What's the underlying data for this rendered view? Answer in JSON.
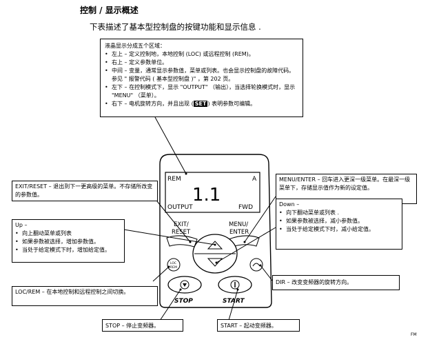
{
  "title": "控制 / 显示概述",
  "intro": "下表描述了基本型控制盘的按键功能和显示信息 .",
  "display_box": {
    "heading": "液晶显示分成五个区域：",
    "items": [
      "左上 – 定义控制地，本地控制 (LOC) 或远程控制 (REM)。",
      "右上 – 定义参数单位。",
      "中间 – 变量，通常显示参数值，菜单或列表。也会显示控制盘的故障代码。参见 \" 报警代码 ( 基本型控制盘 )\" ，第 202 页。",
      "左下 – 在控制模式下，显示 \"OUTPUT\" （输出），当选择轮换模式时，显示 \"MENU\" （菜单）。"
    ],
    "item5_before": "右下 – 电机旋转方向，并且出现 (",
    "item5_badge": "SET",
    "item5_after": ") 表明参数可编辑。"
  },
  "exit_box": "EXIT/RESET – 退出到下一更高级的菜单。不存储所改变的参数值。",
  "menu_box": "MENU/ENTER – 回车进入更深一级菜单。在最深一级菜单下，存储显示值作为新的设定值。",
  "up_box": {
    "heading": "Up –",
    "items": [
      "向上翻动菜单或列表",
      "如果参数被选择，增加参数值。",
      "当处于给定模式下时，增加给定值。"
    ]
  },
  "down_box": {
    "heading": "Down –",
    "items": [
      "向下翻动菜单或列表 .",
      "如果参数被选择，减小参数值。",
      "当处于给定模式下时，减小给定值。"
    ]
  },
  "locrem_box": "LOC/REM – 在本地控制和远程控制之间切换。",
  "dir_box": "DIR – 改变变频器的旋转方向。",
  "stop_box": "STOP – 停止变频器。",
  "start_box": "START – 起动变频器。",
  "panel": {
    "rem": "REM",
    "unit": "A",
    "value": "1.1",
    "output": "OUTPUT",
    "fwd": "FWD",
    "exit_label_1": "EXIT/",
    "exit_label_2": "RESET",
    "menu_label_1": "MENU/",
    "menu_label_2": "ENTER",
    "locrem_key_1": "LOC",
    "locrem_key_2": "REM",
    "stop_label": "STOP",
    "start_label": "START"
  },
  "footer": "FM"
}
